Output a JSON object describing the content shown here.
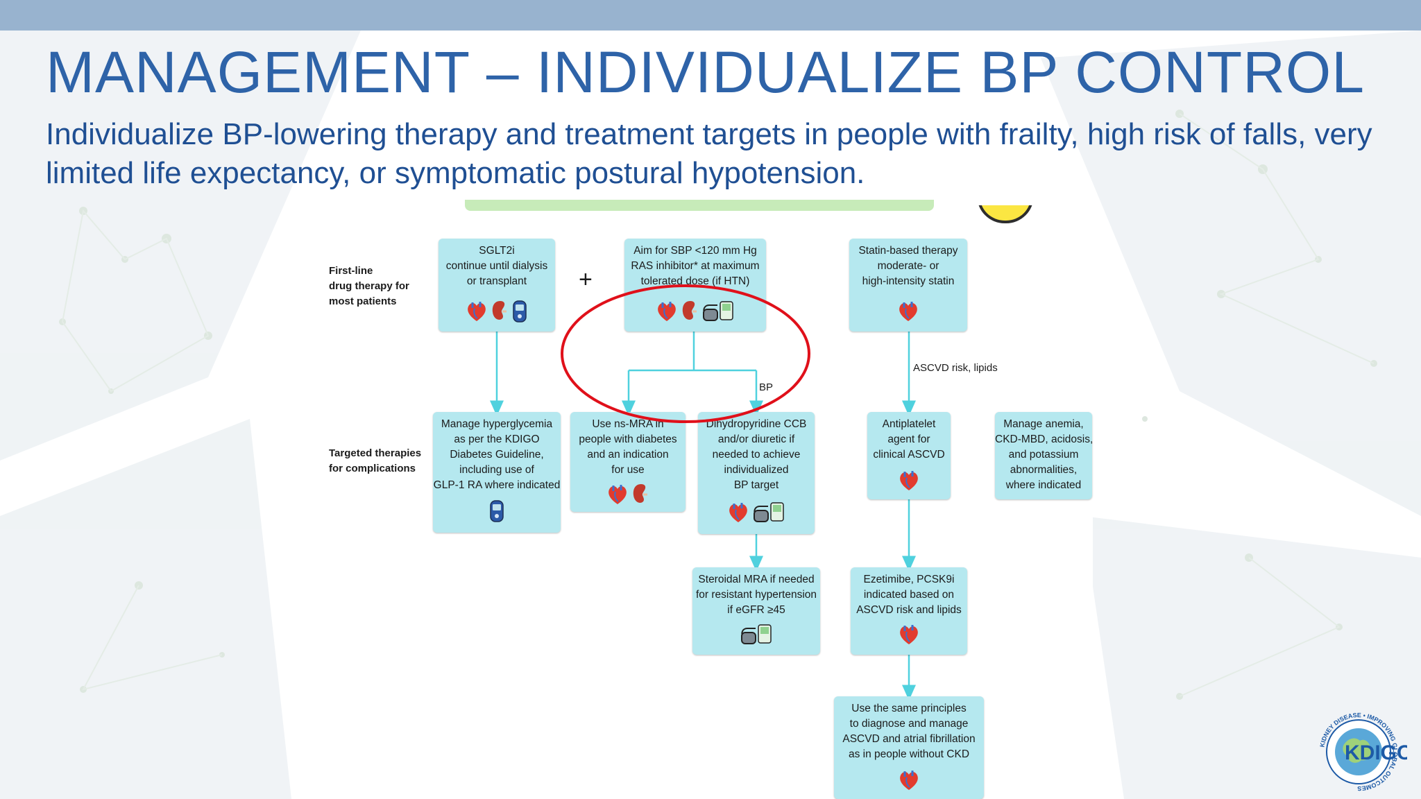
{
  "slide": {
    "title": "MANAGEMENT – INDIVIDUALIZE BP CONTROL",
    "subtitle": "Individualize BP-lowering therapy and treatment targets in people with frailty, high risk of falls, very limited life expectancy, or symptomatic postural hypotension."
  },
  "diagram": {
    "row_labels": {
      "first_line": "First-line\ndrug therapy for\nmost patients",
      "targeted": "Targeted therapies\nfor complications"
    },
    "plus_sign": "+",
    "edge_labels": {
      "ascvd": "ASCVD risk, lipids",
      "bp": "BP"
    },
    "boxes": {
      "sglt2i": {
        "lines": [
          "SGLT2i",
          "continue until dialysis",
          "or transplant"
        ],
        "icons": [
          "heart-icon",
          "kidney-icon",
          "glucose-meter-icon"
        ]
      },
      "ras": {
        "lines": [
          "Aim for SBP <120 mm Hg",
          "RAS inhibitor* at maximum",
          "tolerated dose (if HTN)"
        ],
        "icons": [
          "heart-icon",
          "kidney-icon",
          "bp-monitor-icon"
        ]
      },
      "statin": {
        "lines": [
          "Statin-based therapy",
          "moderate- or",
          "high-intensity statin"
        ],
        "icons": [
          "heart-icon"
        ]
      },
      "hyperglycemia": {
        "lines": [
          "Manage hyperglycemia",
          "as per the KDIGO",
          "Diabetes Guideline,",
          "including use of",
          "GLP-1 RA where indicated"
        ],
        "icons": [
          "glucose-meter-icon"
        ]
      },
      "ns_mra": {
        "lines": [
          "Use ns-MRA in",
          "people with diabetes",
          "and an indication",
          "for use"
        ],
        "icons": [
          "heart-icon",
          "kidney-icon"
        ]
      },
      "ccb": {
        "lines": [
          "Dihydropyridine CCB",
          "and/or diuretic if",
          "needed to achieve",
          "individualized",
          "BP target"
        ],
        "icons": [
          "heart-icon",
          "bp-monitor-icon"
        ]
      },
      "antiplatelet": {
        "lines": [
          "Antiplatelet",
          "agent for",
          "clinical ASCVD"
        ],
        "icons": [
          "heart-icon"
        ]
      },
      "anemia": {
        "lines": [
          "Manage anemia,",
          "CKD-MBD, acidosis,",
          "and potassium",
          "abnormalities,",
          "where indicated"
        ],
        "icons": []
      },
      "steroidal_mra": {
        "lines": [
          "Steroidal MRA if needed",
          "for resistant hypertension",
          "if eGFR ≥45"
        ],
        "icons": [
          "bp-monitor-icon"
        ]
      },
      "ezetimibe": {
        "lines": [
          "Ezetimibe, PCSK9i",
          "indicated based on",
          "ASCVD risk and lipids"
        ],
        "icons": [
          "heart-icon"
        ]
      },
      "same_principles": {
        "lines": [
          "Use the same principles",
          "to diagnose and manage",
          "ASCVD and atrial fibrillation",
          "as in people without CKD"
        ],
        "icons": [
          "heart-icon"
        ]
      }
    }
  },
  "logo": {
    "ring_text": "KIDNEY DISEASE • IMPROVING GLOBAL OUTCOMES",
    "wordmark": "KDIGO"
  },
  "colors": {
    "title": "#2e63a8",
    "subtitle": "#1f4f93",
    "top_bar": "#98b3cf",
    "box_fill": "#b5e8ef",
    "arrow": "#4fd1de",
    "highlight_circle": "#e0101a"
  }
}
